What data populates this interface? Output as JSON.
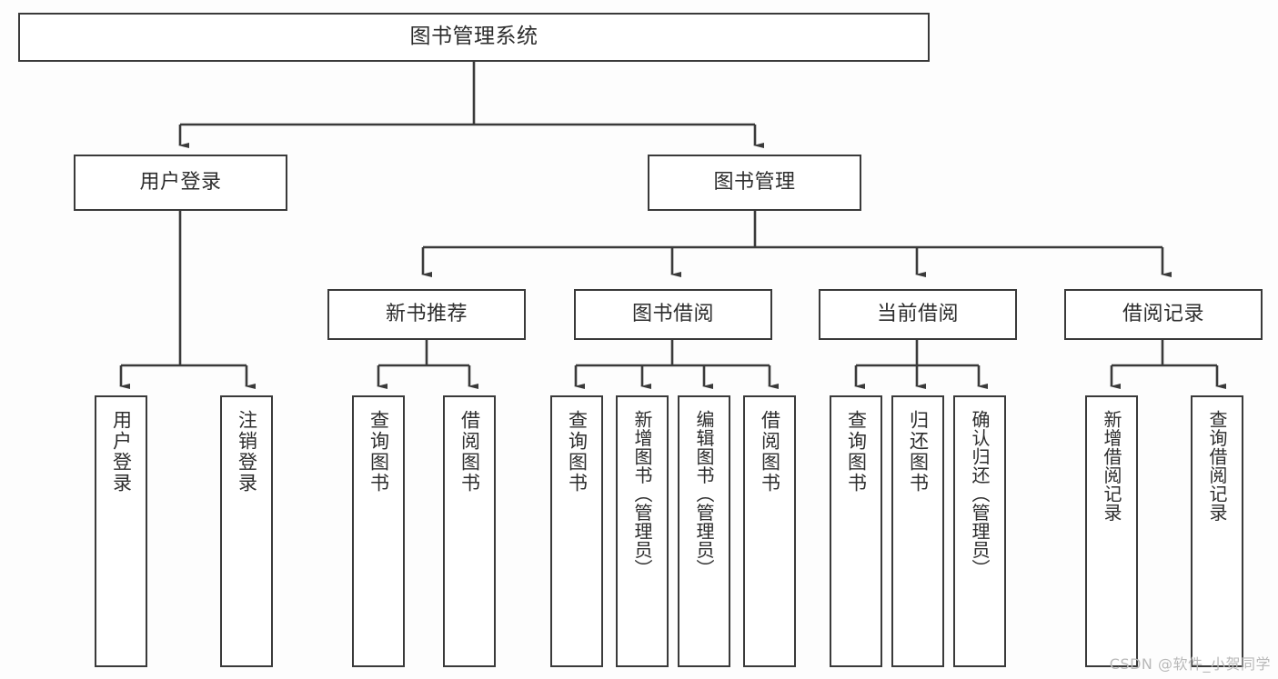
{
  "diagram": {
    "title": "图书管理系统",
    "watermark": "CSDN @软件_小贺同学",
    "line_color": "#3a3a3a",
    "box_fill": "#ffffff",
    "text_color": "#2d2d2d",
    "background": "#fdfdfd"
  },
  "levels": {
    "root": {
      "label": "图书管理系统"
    },
    "level2": [
      {
        "label": "用户登录"
      },
      {
        "label": "图书管理"
      }
    ],
    "level3": [
      {
        "label": "新书推荐"
      },
      {
        "label": "图书借阅"
      },
      {
        "label": "当前借阅"
      },
      {
        "label": "借阅记录"
      }
    ],
    "leaves": [
      {
        "label": "用户登录",
        "parent": "用户登录"
      },
      {
        "label": "注销登录",
        "parent": "用户登录"
      },
      {
        "label": "查询图书",
        "parent": "新书推荐"
      },
      {
        "label": "借阅图书",
        "parent": "新书推荐"
      },
      {
        "label": "查询图书",
        "parent": "图书借阅"
      },
      {
        "label": "新增图书（管理员）",
        "parent": "图书借阅"
      },
      {
        "label": "编辑图书（管理员）",
        "parent": "图书借阅"
      },
      {
        "label": "借阅图书",
        "parent": "图书借阅"
      },
      {
        "label": "查询图书",
        "parent": "当前借阅"
      },
      {
        "label": "归还图书",
        "parent": "当前借阅"
      },
      {
        "label": "确认归还（管理员）",
        "parent": "当前借阅"
      },
      {
        "label": "新增借阅记录",
        "parent": "借阅记录"
      },
      {
        "label": "查询借阅记录",
        "parent": "借阅记录"
      }
    ]
  }
}
